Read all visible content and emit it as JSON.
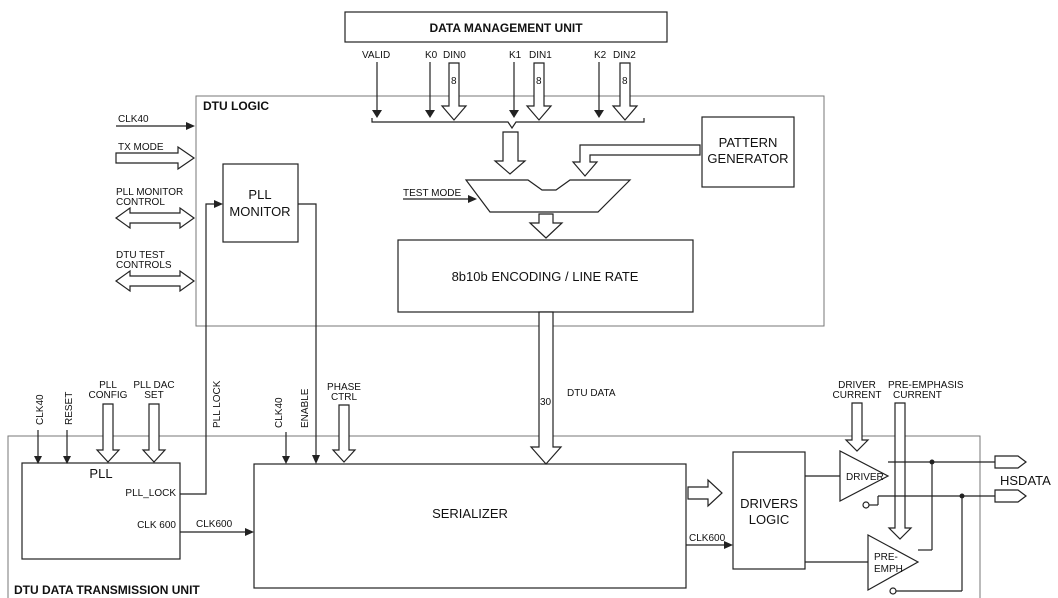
{
  "blocks": {
    "dmu": "DATA MANAGEMENT UNIT",
    "dtu_logic": "DTU LOGIC",
    "pattern_gen_1": "PATTERN",
    "pattern_gen_2": "GENERATOR",
    "pll_monitor_1": "PLL",
    "pll_monitor_2": "MONITOR",
    "encoding": "8b10b ENCODING / LINE RATE",
    "pll": "PLL",
    "serializer": "SERIALIZER",
    "drivers_logic_1": "DRIVERS",
    "drivers_logic_2": "LOGIC",
    "driver": "DRIVER",
    "preemph_1": "PRE-",
    "preemph_2": "EMPH",
    "dtu_tx_unit": "DTU DATA TRANSMISSION UNIT"
  },
  "signals": {
    "valid": "VALID",
    "k0": "K0",
    "din0": "DIN0",
    "k1": "K1",
    "din1": "DIN1",
    "k2": "K2",
    "din2": "DIN2",
    "width8": "8",
    "clk40": "CLK40",
    "tx_mode": "TX MODE",
    "pll_monitor_control_1": "PLL MONITOR",
    "pll_monitor_control_2": "CONTROL",
    "dtu_test_controls_1": "DTU TEST",
    "dtu_test_controls_2": "CONTROLS",
    "test_mode": "TEST MODE",
    "clk40_v": "CLK40",
    "reset": "RESET",
    "pll_config_1": "PLL",
    "pll_config_2": "CONFIG",
    "pll_dac_set_1": "PLL DAC",
    "pll_dac_set_2": "SET",
    "pll_lock_v": "PLL LOCK",
    "enable": "ENABLE",
    "phase_ctrl_1": "PHASE",
    "phase_ctrl_2": "CTRL",
    "bus30": "30",
    "dtu_data": "DTU DATA",
    "driver_current_1": "DRIVER",
    "driver_current_2": "CURRENT",
    "preemph_current_1": "PRE-EMPHASIS",
    "preemph_current_2": "CURRENT",
    "pll_lock_port": "PLL_LOCK",
    "clk600_port": "CLK 600",
    "clk600": "CLK600",
    "clk600_b": "CLK600",
    "hsdata": "HSDATA"
  }
}
